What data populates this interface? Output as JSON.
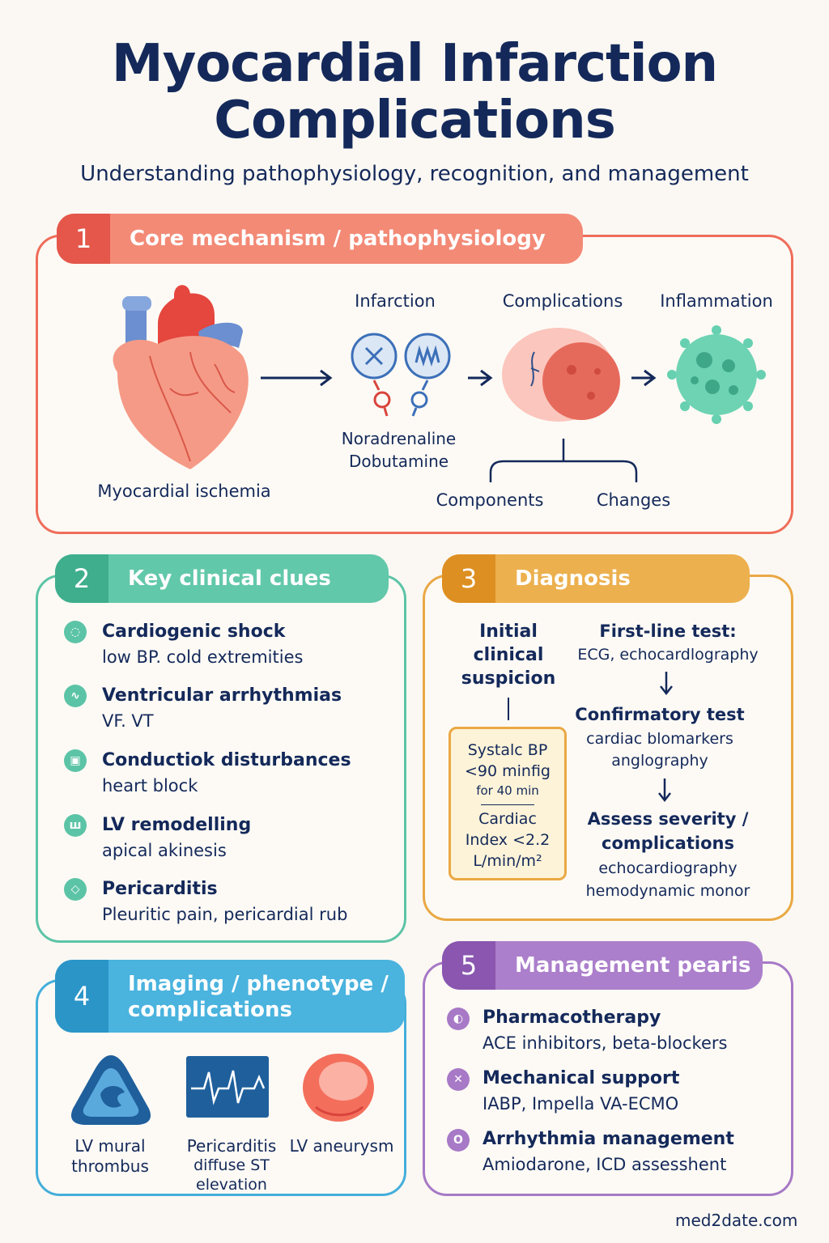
{
  "header": {
    "title_line1": "Myocardial Infarction",
    "title_line2": "Complications",
    "subtitle": "Understanding pathophysiology, recognition, and management"
  },
  "colors": {
    "section1": "#ef6d5a",
    "section2": "#5cc4a6",
    "section3": "#eaa843",
    "section4": "#44aedb",
    "section5": "#a779c6",
    "navy": "#14295a"
  },
  "section1": {
    "number": "1",
    "title": "Core mechanism / pathophysiology",
    "heart_label": "Myocardial ischemia",
    "infarction_label": "Infarction",
    "drug1": "Noradrenaline",
    "drug2": "Dobutamine",
    "complications_label": "Complications",
    "inflammation_label": "Inflammation",
    "components_label": "Components",
    "changes_label": "Changes"
  },
  "section2": {
    "number": "2",
    "title": "Key clinical clues",
    "items": [
      {
        "title": "Cardiogenic shock",
        "sub": "low BP. cold extremities"
      },
      {
        "title": "Ventricular arrhythmias",
        "sub": "VF. VT"
      },
      {
        "title": "Conductiok disturbances",
        "sub": "heart block"
      },
      {
        "title": "LV remodelling",
        "sub": "apical akinesis"
      },
      {
        "title": "Pericarditis",
        "sub": "Pleuritic pain, pericardial rub"
      }
    ]
  },
  "section3": {
    "number": "3",
    "title": "Diagnosis",
    "initial_l1": "Initial",
    "initial_l2": "clinical",
    "initial_l3": "suspicion",
    "box_l1": "Systalc BP",
    "box_l2": "<90 minfig",
    "box_l3": "for 40 min",
    "box_l4": "Cardiac",
    "box_l5": "Index <2.2",
    "box_l6": "L/min/m²",
    "first_title": "First-line test:",
    "first_sub": "ECG, echocardlography",
    "confirm_title": "Confirmatory test",
    "confirm_sub1": "cardiac blomarkers",
    "confirm_sub2": "anglography",
    "assess_title1": "Assess severity /",
    "assess_title2": "complications",
    "assess_sub1": "echocardiography",
    "assess_sub2": "hemodynamic monor"
  },
  "section4": {
    "number": "4",
    "title_l1": "Imaging / phenotype /",
    "title_l2": "complications",
    "img1_l1": "LV mural",
    "img1_l2": "thrombus",
    "img2_l1": "Pericarditis",
    "img2_l2": "diffuse ST",
    "img2_l3": "elevation",
    "img3_l1": "LV aneurysm"
  },
  "section5": {
    "number": "5",
    "title": "Management pearis",
    "items": [
      {
        "title": "Pharmacotherapy",
        "sub": "ACE inhibitors,  beta-blockers"
      },
      {
        "title": "Mechanical support",
        "sub": "IABP,  Impella   VA-ECMO"
      },
      {
        "title": "Arrhythmia management",
        "sub": "Amiodarone, ICD assesshent"
      }
    ]
  },
  "footer": {
    "site": "med2date.com"
  }
}
